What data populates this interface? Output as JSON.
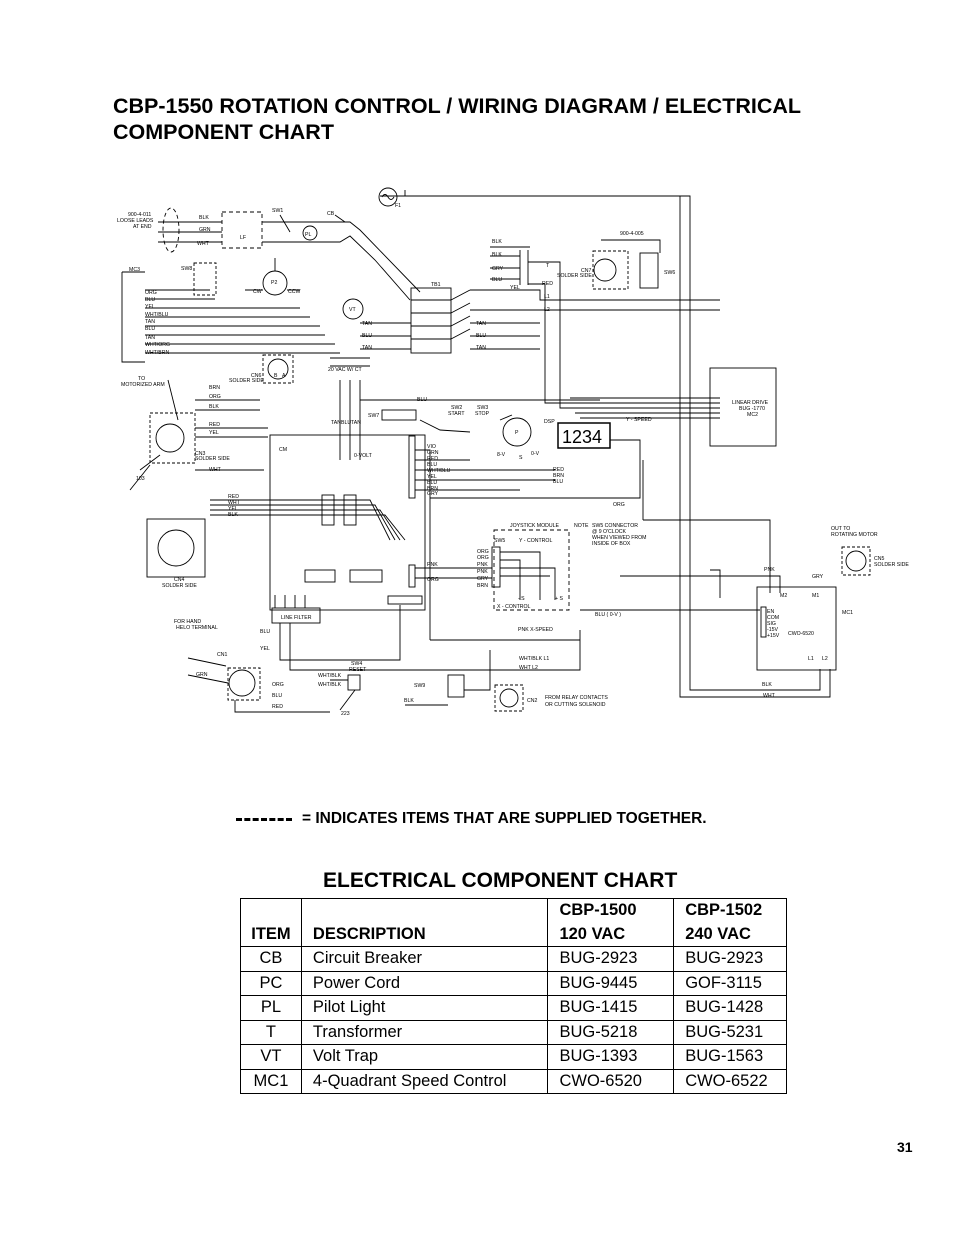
{
  "title": "CBP-1550 ROTATION CONTROL / WIRING DIAGRAM / ELECTRICAL COMPONENT CHART",
  "legend": {
    "text": "= INDICATES ITEMS THAT ARE SUPPLIED TOGETHER."
  },
  "diagram_labels": [
    "F1",
    "900-4-011",
    "LOOSE LEADS",
    "AT END",
    "BLK",
    "GRN",
    "WHT",
    "LF",
    "SW1",
    "CB",
    "PL",
    "MC3",
    "SW8",
    "P2",
    "CW",
    "CCW",
    "ORG",
    "BLU",
    "YEL",
    "WHT/BLU",
    "TAN",
    "BLU",
    "TAN",
    "WHT/ORG",
    "WHT/BRN",
    "CN6",
    "SOLDER SIDE",
    "B",
    "A",
    "TO",
    "MOTORIZED ARM",
    "BRN",
    "ORG",
    "BLK",
    "RED",
    "YEL",
    "CN3",
    "SOLDER SIDE",
    "WHT",
    "103",
    "VT",
    "TB1",
    "TAN",
    "BLU",
    "TAN",
    "TAN",
    "BLU",
    "TAN",
    "20 VAC W/ CT",
    "TAN",
    "BLU",
    "TAN",
    "SW7",
    "BLU",
    "SW2",
    "START",
    "SW3",
    "STOP",
    "DSP",
    "P",
    "S",
    "8-V",
    "0-V",
    "RED",
    "BRN",
    "BLU",
    "Y - SPEED",
    "1234",
    "BLK",
    "BLK",
    "GRY",
    "BLU",
    "T",
    "YEL",
    "RED",
    "L1",
    "L2",
    "900-4-005",
    "CN7",
    "SOLDER SIDE",
    "SW6",
    "LINEAR DRIVE",
    "BUG -1770",
    "MC2",
    "CM",
    "0-VOLT",
    "VIO",
    "GRN",
    "RED",
    "BLU",
    "WHT/BLU",
    "YEL",
    "BLU",
    "BRN",
    "GRY",
    "RED",
    "WHT",
    "YEL",
    "BLK",
    "CN4",
    "SOLDER SIDE",
    "JOYSTICK MODULE",
    "SW5",
    "Y - CONTROL",
    "ORG",
    "ORG",
    "PNK",
    "PNK",
    "GRY",
    "BRN",
    "- S",
    "+ S",
    "X - CONTROL",
    "NOTE",
    "SW5 CONNECTOR",
    "@ 9 O'CLOCK",
    "WHEN VIEWED FROM",
    "INSIDE OF BOX",
    "PNK",
    "ORG",
    "ORG",
    "BLU ( 0-V )",
    "PNK  X-SPEED",
    "OUT TO",
    "ROTATING MOTOR",
    "CN5",
    "SOLDER SIDE",
    "PNK",
    "GRY",
    "M2",
    "M1",
    "MC1",
    "EN",
    "COM",
    "SIG",
    "-15V",
    "+15V",
    "CWO-6520",
    "L1",
    "L2",
    "BLK",
    "WHT",
    "LINE FILTER",
    "FOR HAND",
    "HELO TERMINAL",
    "BLU",
    "CN1",
    "GRN",
    "YEL",
    "ORG",
    "BLU",
    "RED",
    "WHT/BLK",
    "WHT/BLK",
    "SW4",
    "RESET",
    "223",
    "WHT/BLK  L1",
    "WHT  L2",
    "SW9",
    "BLK",
    "CN2",
    "FROM RELAY CONTACTS",
    "OR CUTTING SOLENOID"
  ],
  "component_chart": {
    "title": "ELECTRICAL COMPONENT CHART",
    "headers": {
      "item": "ITEM",
      "description": "DESCRIPTION",
      "col1_line1": "CBP-1500",
      "col1_line2": "120 VAC",
      "col2_line1": "CBP-1502",
      "col2_line2": "240 VAC"
    },
    "rows": [
      {
        "item": "CB",
        "description": "Circuit Breaker",
        "cbp1500": "BUG-2923",
        "cbp1502": "BUG-2923"
      },
      {
        "item": "PC",
        "description": "Power Cord",
        "cbp1500": "BUG-9445",
        "cbp1502": "GOF-3115"
      },
      {
        "item": "PL",
        "description": "Pilot Light",
        "cbp1500": "BUG-1415",
        "cbp1502": "BUG-1428"
      },
      {
        "item": "T",
        "description": "Transformer",
        "cbp1500": "BUG-5218",
        "cbp1502": "BUG-5231"
      },
      {
        "item": "VT",
        "description": "Volt Trap",
        "cbp1500": "BUG-1393",
        "cbp1502": "BUG-1563"
      },
      {
        "item": "MC1",
        "description": "4-Quadrant Speed Control",
        "cbp1500": "CWO-6520",
        "cbp1502": "CWO-6522"
      }
    ]
  },
  "page_number": "31"
}
